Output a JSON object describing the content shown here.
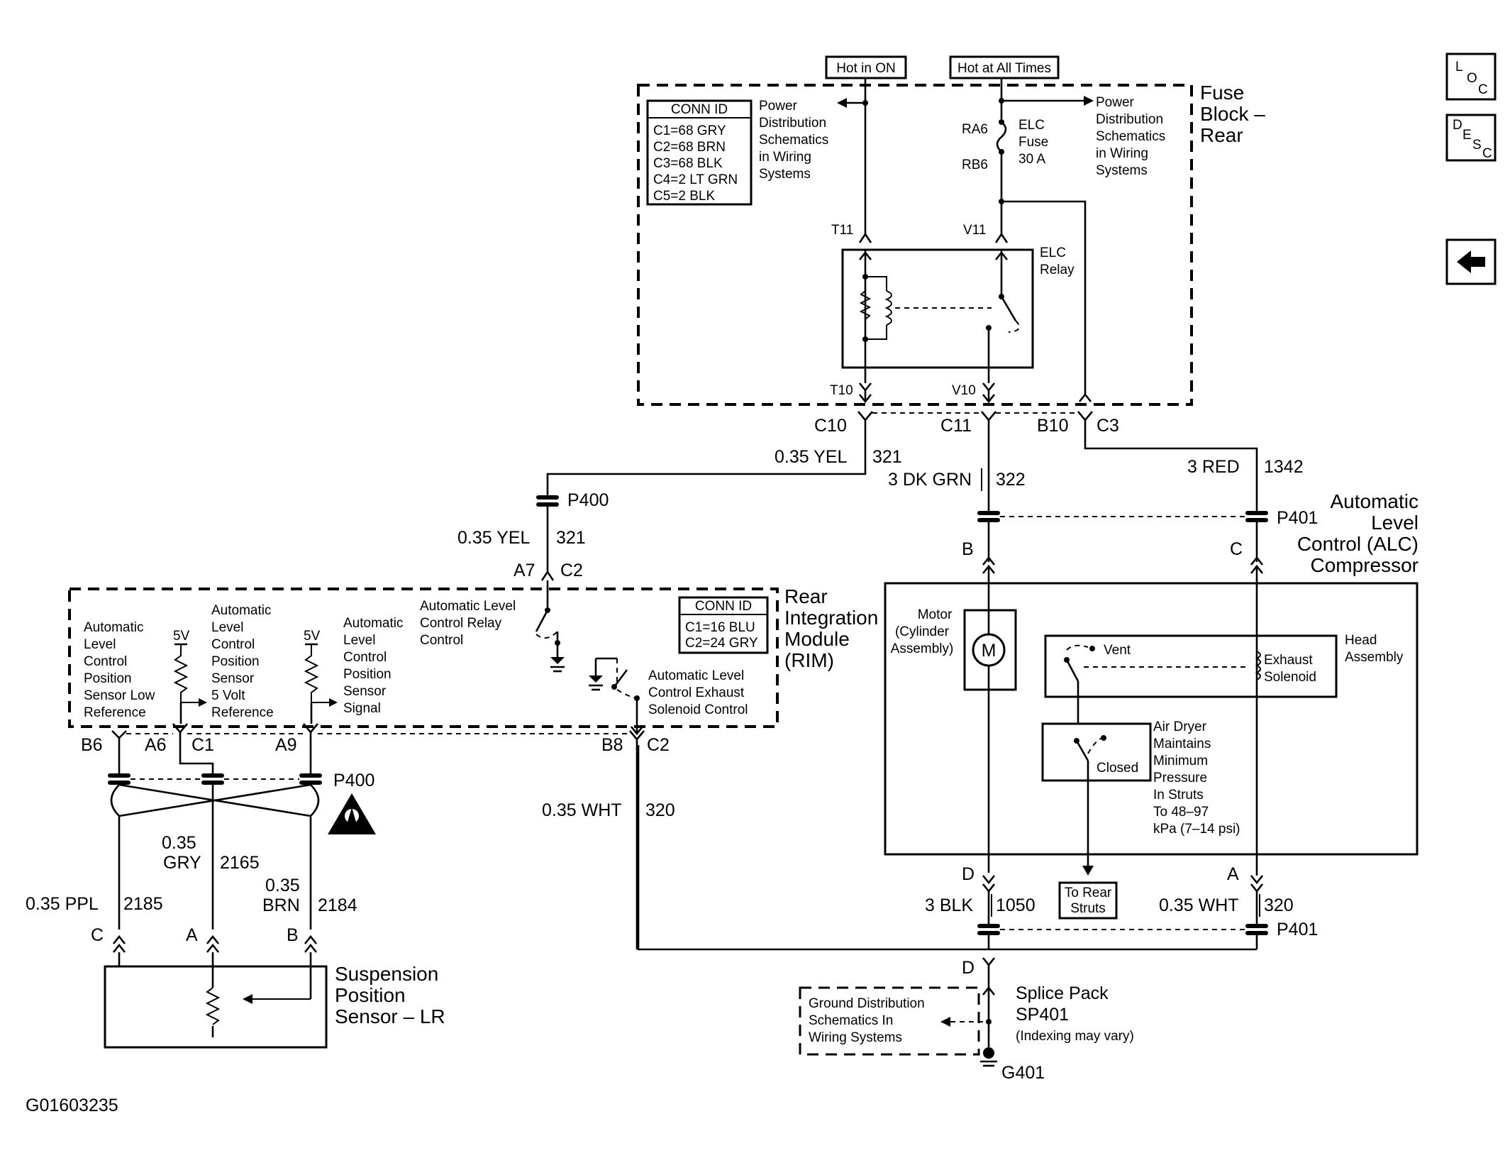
{
  "labels": {
    "hot_in_on": "Hot in ON",
    "hot_all_times": "Hot at All Times",
    "fuse_block": [
      "Fuse",
      "Block –",
      "Rear"
    ],
    "conn_id_title": "CONN ID",
    "conn_id_fb": [
      "C1=68 GRY",
      "C2=68 BRN",
      "C3=68 BLK",
      "C4=2 LT GRN",
      "C5=2 BLK"
    ],
    "pds_left": [
      "Power",
      "Distribution",
      "Schematics",
      "in Wiring",
      "Systems"
    ],
    "pds_right": [
      "Power",
      "Distribution",
      "Schematics",
      "in Wiring",
      "Systems"
    ],
    "ra6": "RA6",
    "rb6": "RB6",
    "elc_fuse": [
      "ELC",
      "Fuse",
      "30 A"
    ],
    "t11": "T11",
    "v11": "V11",
    "t10": "T10",
    "v10": "V10",
    "elc_relay": [
      "ELC",
      "Relay"
    ],
    "c10": "C10",
    "c11": "C11",
    "b10": "B10",
    "c3": "C3",
    "yel_035": "0.35 YEL",
    "c321": "321",
    "dkgrn": "3 DK GRN",
    "c322": "322",
    "red3": "3 RED",
    "c1342": "1342",
    "p400": "P400",
    "p401": "P401",
    "alc_comp": [
      "Automatic",
      "Level",
      "Control (ALC)",
      "Compressor"
    ],
    "a7": "A7",
    "c2": "C2",
    "pin_b": "B",
    "pin_c": "C",
    "rim": [
      "Rear",
      "Integration",
      "Module",
      "(RIM)"
    ],
    "conn_id_rim": [
      "C1=16 BLU",
      "C2=24 GRY"
    ],
    "rim_t1": [
      "Automatic",
      "Level",
      "Control",
      "Position",
      "Sensor Low",
      "Reference"
    ],
    "v5": "5V",
    "rim_t2": [
      "Automatic",
      "Level",
      "Control",
      "Position",
      "Sensor",
      "5 Volt",
      "Reference"
    ],
    "rim_t3": [
      "Automatic",
      "Level",
      "Control",
      "Position",
      "Sensor",
      "Signal"
    ],
    "relay_ctrl": [
      "Automatic Level",
      "Control Relay",
      "Control"
    ],
    "exh_ctrl": [
      "Automatic Level",
      "Control Exhaust",
      "Solenoid Control"
    ],
    "motor": [
      "Motor",
      "(Cylinder",
      "Assembly)"
    ],
    "motor_m": "M",
    "vent": "Vent",
    "exh_sol": [
      "Exhaust",
      "Solenoid"
    ],
    "head_asm": [
      "Head",
      "Assembly"
    ],
    "closed": "Closed",
    "air_dryer": [
      "Air Dryer",
      "Maintains",
      "Minimum",
      "Pressure",
      "In Struts",
      "To 48–97",
      "kPa (7–14 psi)"
    ],
    "b6": "B6",
    "a6": "A6",
    "c1": "C1",
    "a9": "A9",
    "b8": "B8",
    "gry_035": [
      "0.35",
      "GRY"
    ],
    "c2165": "2165",
    "ppl_035": "0.35 PPL",
    "c2185": "2185",
    "brn_035": [
      "0.35",
      "BRN"
    ],
    "c2184": "2184",
    "wht_035": "0.35 WHT",
    "c320": "320",
    "pin_a": "A",
    "pin_d": "D",
    "blk3": "3 BLK",
    "c1050": "1050",
    "to_rear": [
      "To Rear",
      "Struts"
    ],
    "sps": [
      "Suspension",
      "Position",
      "Sensor – LR"
    ],
    "splice": [
      "Splice Pack",
      "SP401"
    ],
    "indexing": "(Indexing may vary)",
    "gnd_dist": [
      "Ground Distribution",
      "Schematics In",
      "Wiring Systems"
    ],
    "g401": "G401",
    "figure_id": "G01603235"
  },
  "nav": {
    "loc": {
      "l": "L",
      "o": "O",
      "c": "C"
    },
    "desc": {
      "d": "D",
      "e": "E",
      "s": "S",
      "c": "C"
    }
  }
}
